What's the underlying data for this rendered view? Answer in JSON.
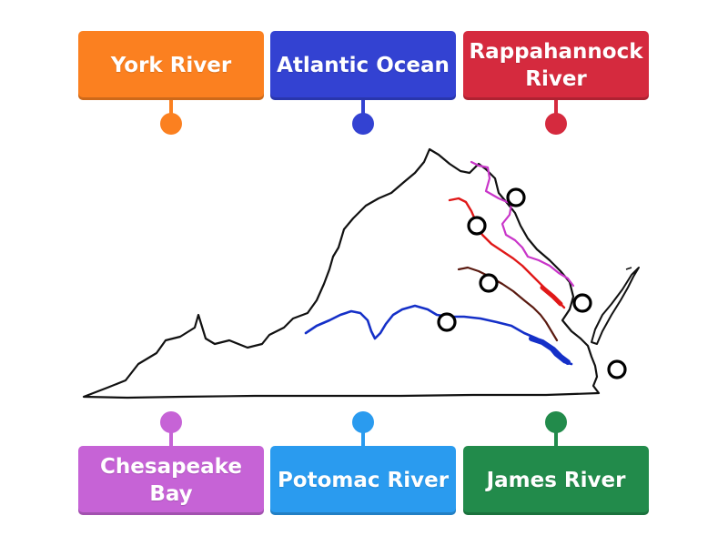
{
  "labels": {
    "top": [
      {
        "id": "york",
        "text": "York River",
        "color": "#fb8020"
      },
      {
        "id": "atlantic",
        "text": "Atlantic Ocean",
        "color": "#3342d2"
      },
      {
        "id": "rappahannock",
        "text": "Rappahannock\nRiver",
        "color": "#d52a3e"
      }
    ],
    "bottom": [
      {
        "id": "chesapeake",
        "text": "Chesapeake\nBay",
        "color": "#c663d6"
      },
      {
        "id": "potomac",
        "text": "Potomac River",
        "color": "#2a9bef"
      },
      {
        "id": "james",
        "text": "James River",
        "color": "#228b4b"
      }
    ]
  },
  "map": {
    "icon": "virginia-map",
    "river_colors": {
      "potomac": "#c935c9",
      "rappahannock": "#e01818",
      "york": "#5a1a10",
      "james": "#1530c8"
    }
  }
}
